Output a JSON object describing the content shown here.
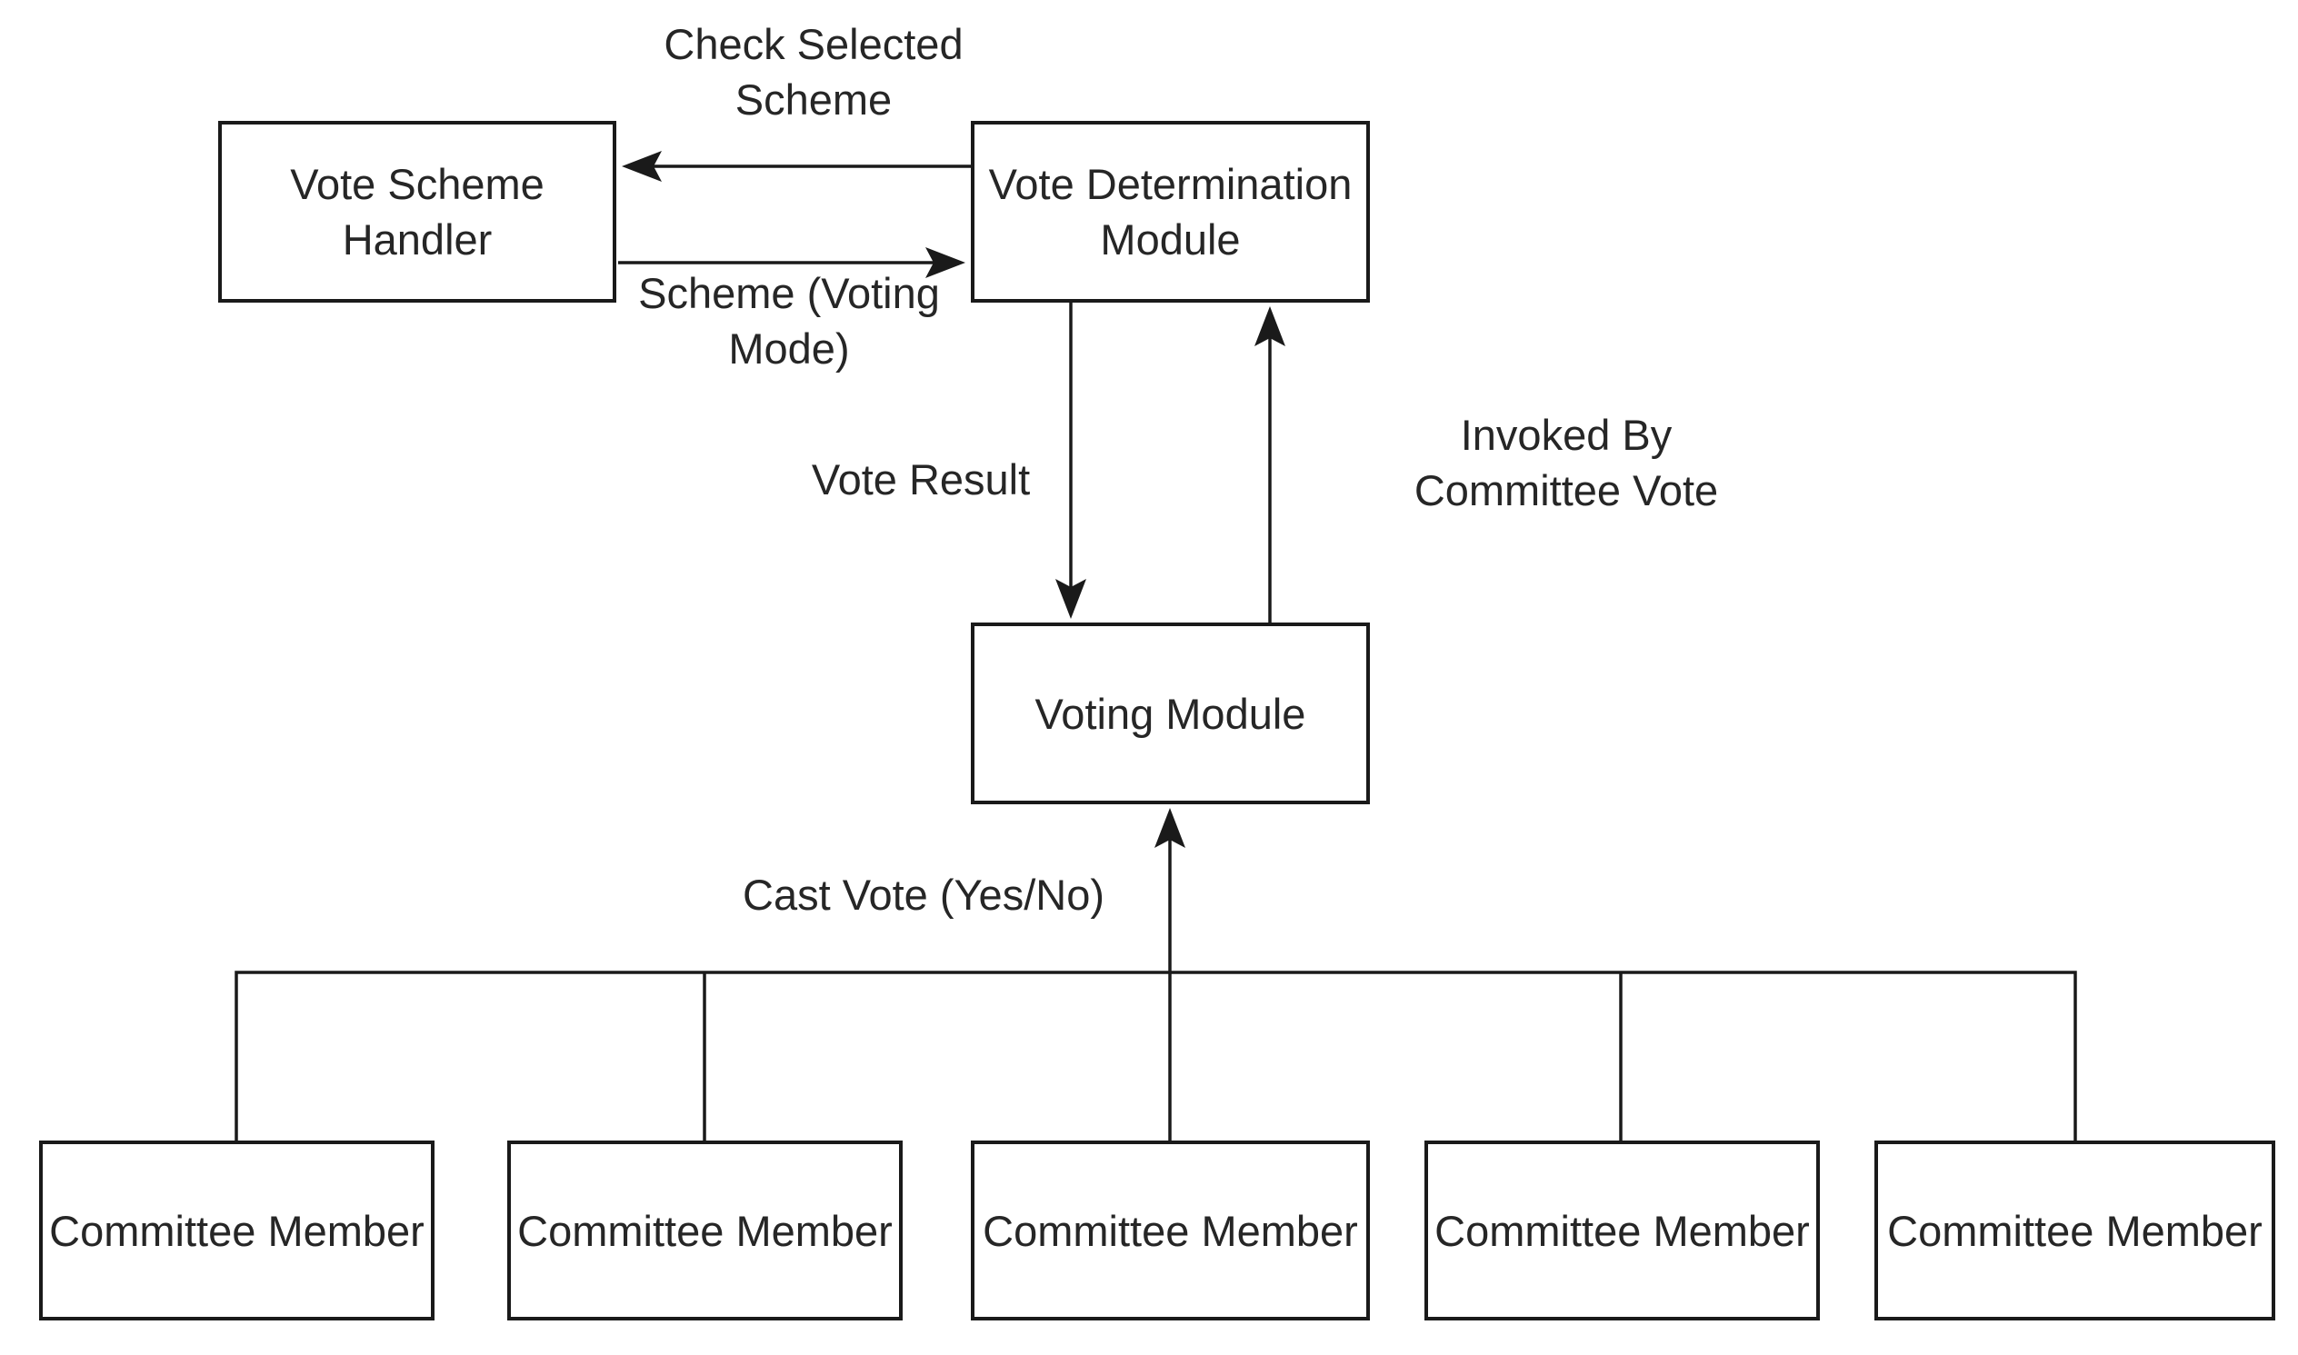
{
  "page": {
    "background_color": "#ffffff"
  },
  "diagram": {
    "type": "flow-diagram",
    "colors": {
      "stroke": "#1a1a1a",
      "text": "#262626",
      "node_fill": "#ffffff"
    },
    "nodes": [
      {
        "id": "vote-scheme-handler",
        "label": "Vote Scheme Handler"
      },
      {
        "id": "vote-determination-module",
        "label": "Vote Determination Module"
      },
      {
        "id": "voting-module",
        "label": "Voting Module"
      },
      {
        "id": "committee-member-1",
        "label": "Committee Member"
      },
      {
        "id": "committee-member-2",
        "label": "Committee Member"
      },
      {
        "id": "committee-member-3",
        "label": "Committee Member"
      },
      {
        "id": "committee-member-4",
        "label": "Committee Member"
      },
      {
        "id": "committee-member-5",
        "label": "Committee Member"
      }
    ],
    "edges": [
      {
        "id": "check-selected-scheme",
        "label": "Check Selected Scheme",
        "from": "Vote Determination Module",
        "to": "Vote Scheme Handler"
      },
      {
        "id": "scheme-voting-mode",
        "label": "Scheme (Voting Mode)",
        "from": "Vote Scheme Handler",
        "to": "Vote Determination Module"
      },
      {
        "id": "vote-result",
        "label": "Vote Result",
        "from": "Vote Determination Module",
        "to": "Voting Module"
      },
      {
        "id": "invoked-by-committee-vote",
        "label": "Invoked By Committee Vote",
        "from": "Voting Module",
        "to": "Vote Determination Module"
      },
      {
        "id": "cast-vote-yes-no",
        "label": "Cast Vote (Yes/No)",
        "from": "Committee Members",
        "to": "Voting Module"
      }
    ]
  }
}
